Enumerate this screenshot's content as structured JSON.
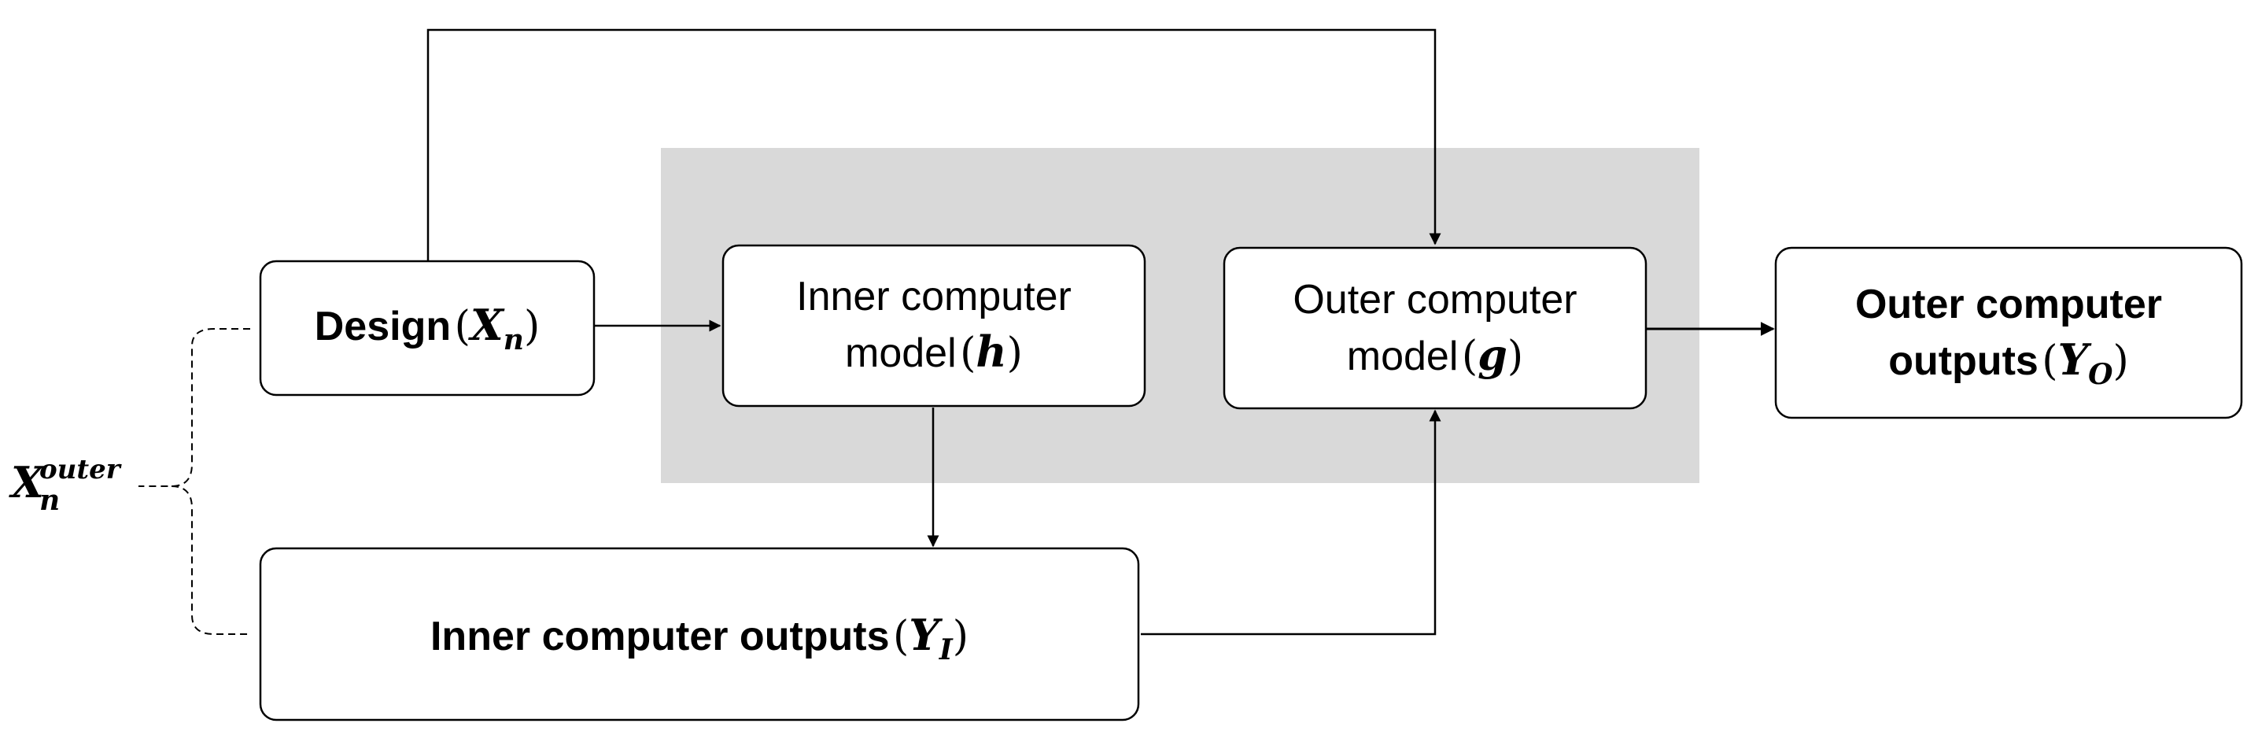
{
  "design": {
    "label": "Design",
    "var": "X",
    "sub": "n"
  },
  "inner_model": {
    "line1": "Inner computer",
    "line2_text": "model",
    "var": "h"
  },
  "outer_model": {
    "line1": "Outer computer",
    "line2_text": "model",
    "var": "g"
  },
  "outer_outputs": {
    "line1": "Outer computer",
    "line2_text": "outputs",
    "var": "Y",
    "sub": "O"
  },
  "inner_outputs": {
    "label": "Inner computer outputs",
    "var": "Y",
    "sub": "I"
  },
  "outer_input_label": {
    "var": "X",
    "sub": "n",
    "sup": "outer"
  },
  "colors": {
    "highlight_region": "#d9d9d9",
    "stroke": "#000000",
    "box_fill": "#ffffff"
  }
}
